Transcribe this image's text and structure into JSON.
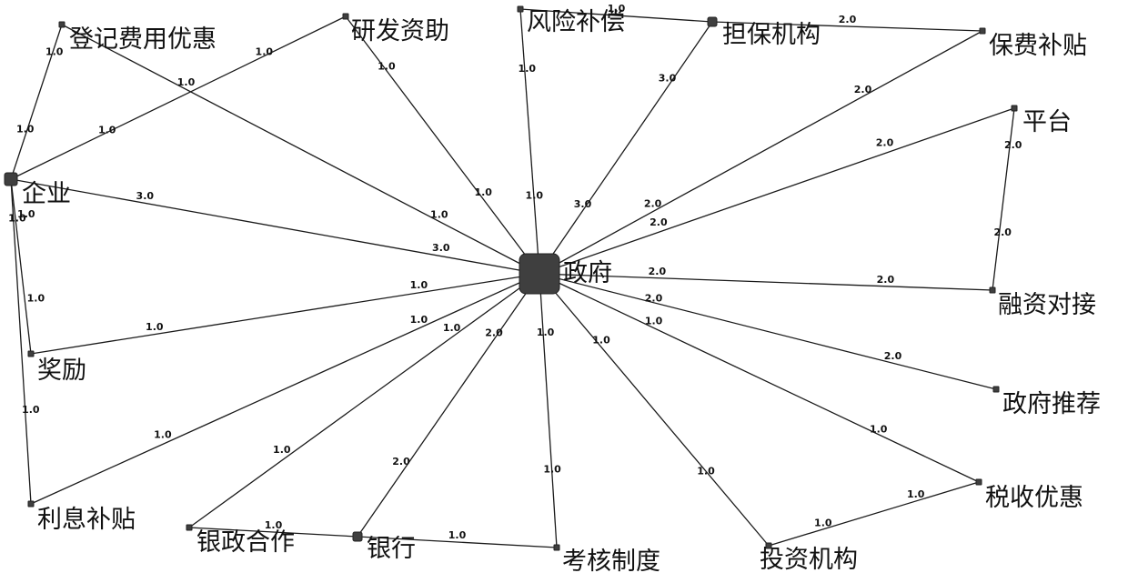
{
  "colors": {
    "node_fill": "#3f3f3f",
    "edge": "#1a1a1a",
    "text": "#111111",
    "background": "#ffffff"
  },
  "nodes": [
    {
      "id": "zhengfu",
      "label": "政府",
      "degree": 20
    },
    {
      "id": "qiye",
      "label": "企业",
      "degree": 7
    },
    {
      "id": "dengji",
      "label": "登记费用优惠",
      "degree": 2
    },
    {
      "id": "yanfa",
      "label": "研发资助",
      "degree": 2
    },
    {
      "id": "fengxian",
      "label": "风险补偿",
      "degree": 2
    },
    {
      "id": "danbao",
      "label": "担保机构",
      "degree": 3
    },
    {
      "id": "baofei",
      "label": "保费补贴",
      "degree": 2
    },
    {
      "id": "pingtai",
      "label": "平台",
      "degree": 2
    },
    {
      "id": "rongzi",
      "label": "融资对接",
      "degree": 2
    },
    {
      "id": "tuijian",
      "label": "政府推荐",
      "degree": 2
    },
    {
      "id": "shuishou",
      "label": "税收优惠",
      "degree": 2
    },
    {
      "id": "touzi",
      "label": "投资机构",
      "degree": 2
    },
    {
      "id": "kaohe",
      "label": "考核制度",
      "degree": 2
    },
    {
      "id": "yinhang",
      "label": "银行",
      "degree": 3
    },
    {
      "id": "yinzheng",
      "label": "银政合作",
      "degree": 2
    },
    {
      "id": "lixi",
      "label": "利息补贴",
      "degree": 2
    },
    {
      "id": "jiangli",
      "label": "奖励",
      "degree": 2
    }
  ],
  "edges": [
    {
      "source": "zhengfu",
      "target": "qiye",
      "weight": "3.0"
    },
    {
      "source": "zhengfu",
      "target": "dengji",
      "weight": "1.0"
    },
    {
      "source": "zhengfu",
      "target": "yanfa",
      "weight": "1.0"
    },
    {
      "source": "zhengfu",
      "target": "fengxian",
      "weight": "1.0"
    },
    {
      "source": "zhengfu",
      "target": "danbao",
      "weight": "3.0"
    },
    {
      "source": "zhengfu",
      "target": "baofei",
      "weight": "2.0"
    },
    {
      "source": "zhengfu",
      "target": "pingtai",
      "weight": "2.0"
    },
    {
      "source": "zhengfu",
      "target": "rongzi",
      "weight": "2.0"
    },
    {
      "source": "zhengfu",
      "target": "tuijian",
      "weight": "2.0"
    },
    {
      "source": "zhengfu",
      "target": "shuishou",
      "weight": "1.0"
    },
    {
      "source": "zhengfu",
      "target": "touzi",
      "weight": "1.0"
    },
    {
      "source": "zhengfu",
      "target": "kaohe",
      "weight": "1.0"
    },
    {
      "source": "zhengfu",
      "target": "yinhang",
      "weight": "2.0"
    },
    {
      "source": "zhengfu",
      "target": "yinzheng",
      "weight": "1.0"
    },
    {
      "source": "zhengfu",
      "target": "lixi",
      "weight": "1.0"
    },
    {
      "source": "zhengfu",
      "target": "jiangli",
      "weight": "1.0"
    },
    {
      "source": "qiye",
      "target": "dengji",
      "weight": "1.0"
    },
    {
      "source": "qiye",
      "target": "yanfa",
      "weight": "1.0"
    },
    {
      "source": "qiye",
      "target": "jiangli",
      "weight": "1.0"
    },
    {
      "source": "qiye",
      "target": "lixi",
      "weight": "1.0"
    },
    {
      "source": "fengxian",
      "target": "danbao",
      "weight": "1.0"
    },
    {
      "source": "danbao",
      "target": "baofei",
      "weight": "2.0"
    },
    {
      "source": "pingtai",
      "target": "rongzi",
      "weight": "2.0"
    },
    {
      "source": "shuishou",
      "target": "touzi",
      "weight": "1.0"
    },
    {
      "source": "yinhang",
      "target": "kaohe",
      "weight": "1.0"
    },
    {
      "source": "yinzheng",
      "target": "yinhang",
      "weight": "1.0"
    }
  ]
}
